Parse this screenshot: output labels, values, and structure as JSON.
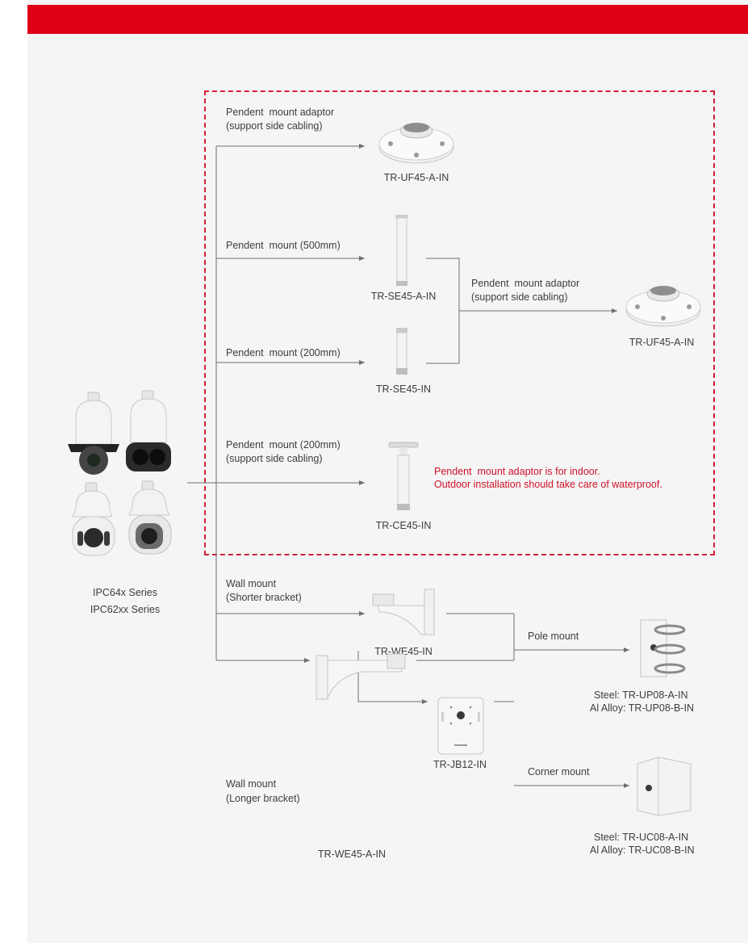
{
  "accent_color": "#dd0017",
  "dash_color": "#cf2236",
  "cameras": {
    "images": [
      "speed-dome-camera-black-trim",
      "thermal-dual-lens-camera",
      "ir-speed-dome-camera-white",
      "ir-speed-dome-camera-gray"
    ],
    "series_line1": "IPC64x Series",
    "series_line2": "IPC62xx Series"
  },
  "pendent_section": {
    "branch1": {
      "label_line1": "Pendent  mount adaptor",
      "label_line2": "(support side cabling)",
      "product": "TR-UF45-A-IN"
    },
    "branch2": {
      "label": "Pendent  mount (500mm)",
      "product": "TR-SE45-A-IN"
    },
    "branch3": {
      "label": "Pendent  mount (200mm)",
      "product": "TR-SE45-IN"
    },
    "adaptor": {
      "label_line1": "Pendent  mount adaptor",
      "label_line2": "(support side cabling)",
      "product": "TR-UF45-A-IN"
    },
    "branch4": {
      "label_line1": "Pendent  mount (200mm)",
      "label_line2": "(support side cabling)",
      "product": "TR-CE45-IN"
    },
    "note_line1": "Pendent  mount adaptor is for indoor.",
    "note_line2": "Outdoor installation should take care of waterproof."
  },
  "wall_section": {
    "short": {
      "label_line1": "Wall mount",
      "label_line2": "(Shorter bracket)",
      "product": "TR-WE45-IN"
    },
    "long": {
      "label_line1": "Wall mount",
      "label_line2": "(Longer bracket)",
      "product": "TR-WE45-A-IN"
    },
    "junction": {
      "product": "TR-JB12-IN"
    },
    "pole": {
      "label": "Pole mount",
      "product_line1": "Steel: TR-UP08-A-IN",
      "product_line2": "Al Alloy: TR-UP08-B-IN"
    },
    "corner": {
      "label": "Corner mount",
      "product_line1": "Steel: TR-UC08-A-IN",
      "product_line2": "Al Alloy: TR-UC08-B-IN"
    }
  }
}
